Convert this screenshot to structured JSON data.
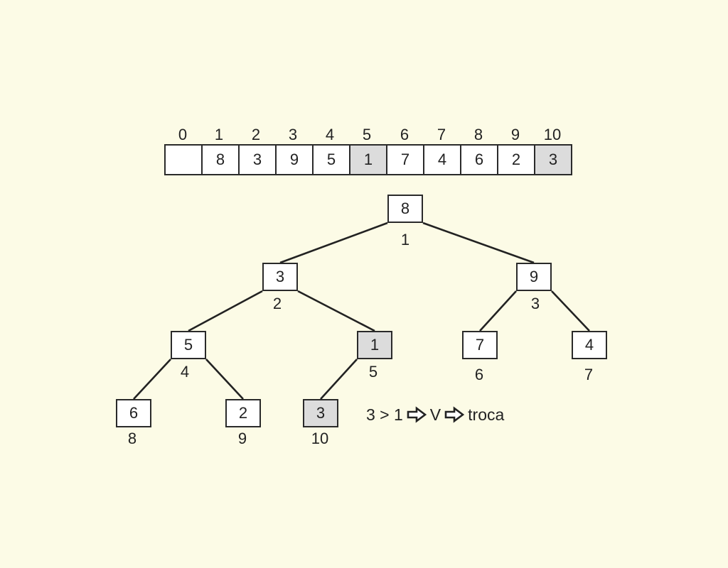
{
  "array": {
    "indices": [
      "0",
      "1",
      "2",
      "3",
      "4",
      "5",
      "6",
      "7",
      "8",
      "9",
      "10"
    ],
    "values": [
      "",
      "8",
      "3",
      "9",
      "5",
      "1",
      "7",
      "4",
      "6",
      "2",
      "3"
    ],
    "highlighted": [
      5,
      10
    ]
  },
  "tree": {
    "nodes": [
      {
        "value": "8",
        "index": "1",
        "highlight": false
      },
      {
        "value": "3",
        "index": "2",
        "highlight": false
      },
      {
        "value": "9",
        "index": "3",
        "highlight": false
      },
      {
        "value": "5",
        "index": "4",
        "highlight": false
      },
      {
        "value": "1",
        "index": "5",
        "highlight": true
      },
      {
        "value": "7",
        "index": "6",
        "highlight": false
      },
      {
        "value": "4",
        "index": "7",
        "highlight": false
      },
      {
        "value": "6",
        "index": "8",
        "highlight": false
      },
      {
        "value": "2",
        "index": "9",
        "highlight": false
      },
      {
        "value": "3",
        "index": "10",
        "highlight": true
      }
    ]
  },
  "note": {
    "comparison": "3 > 1",
    "result": "V",
    "action": "troca",
    "arrow_icon": "outline-right-arrow-icon"
  },
  "colors": {
    "background": "#fcfbe6",
    "highlight": "#dcdcdc",
    "border": "#2a2a2a"
  }
}
